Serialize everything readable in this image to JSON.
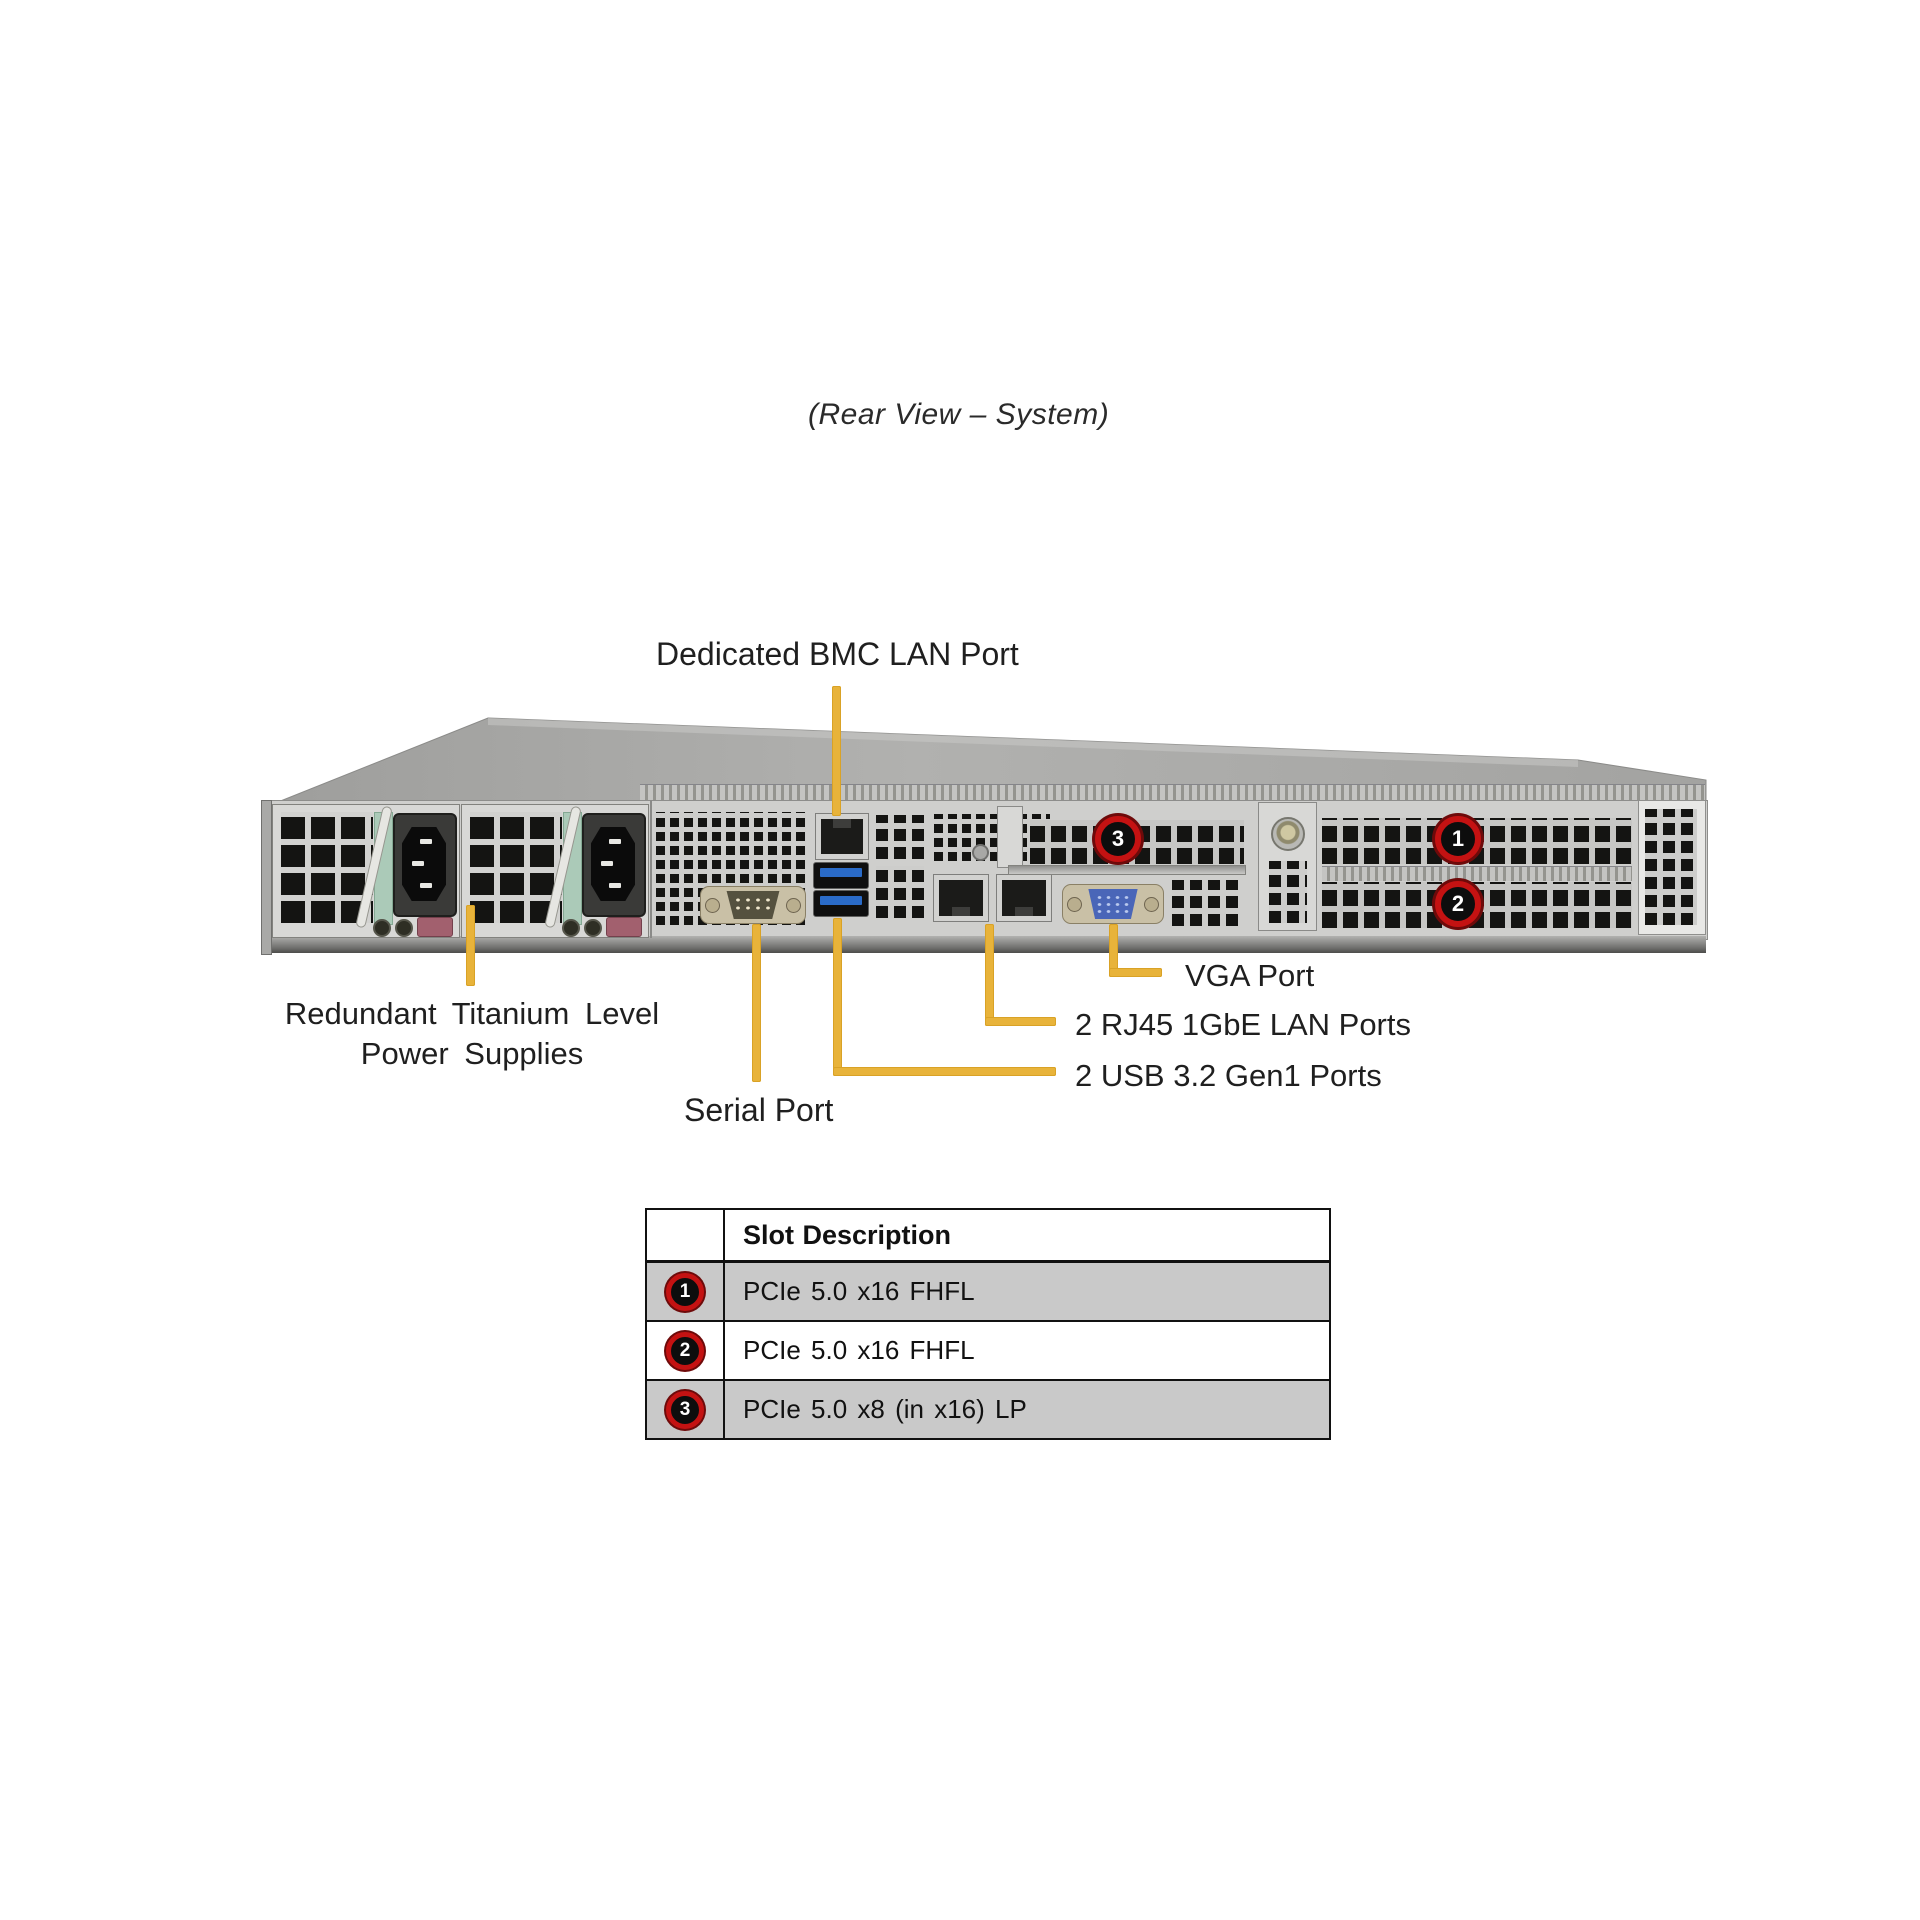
{
  "title": "(Rear View – System)",
  "diagram": {
    "callouts": {
      "bmc_lan": "Dedicated BMC LAN Port",
      "power_line1": "Redundant Titanium Level",
      "power_line2": "Power Supplies",
      "serial": "Serial Port",
      "vga": "VGA Port",
      "lan": "2 RJ45 1GbE LAN Ports",
      "usb": "2 USB 3.2 Gen1 Ports"
    },
    "slot_markers": {
      "slot1": "1",
      "slot2": "2",
      "slot3": "3"
    }
  },
  "slot_table": {
    "header": "Slot Description",
    "rows": [
      {
        "num": "1",
        "desc": "PCIe 5.0 x16 FHFL"
      },
      {
        "num": "2",
        "desc": "PCIe 5.0 x16 FHFL"
      },
      {
        "num": "3",
        "desc": "PCIe 5.0 x8 (in x16) LP"
      }
    ]
  },
  "colors": {
    "callout_line": "#E8B33A",
    "badge_ring_red": "#C41212",
    "table_row_gray": "#C9C9C9",
    "usb_blue": "#2A6BC8",
    "vga_blue": "#4A66B8",
    "chassis_silver": "#CFCFCD"
  }
}
